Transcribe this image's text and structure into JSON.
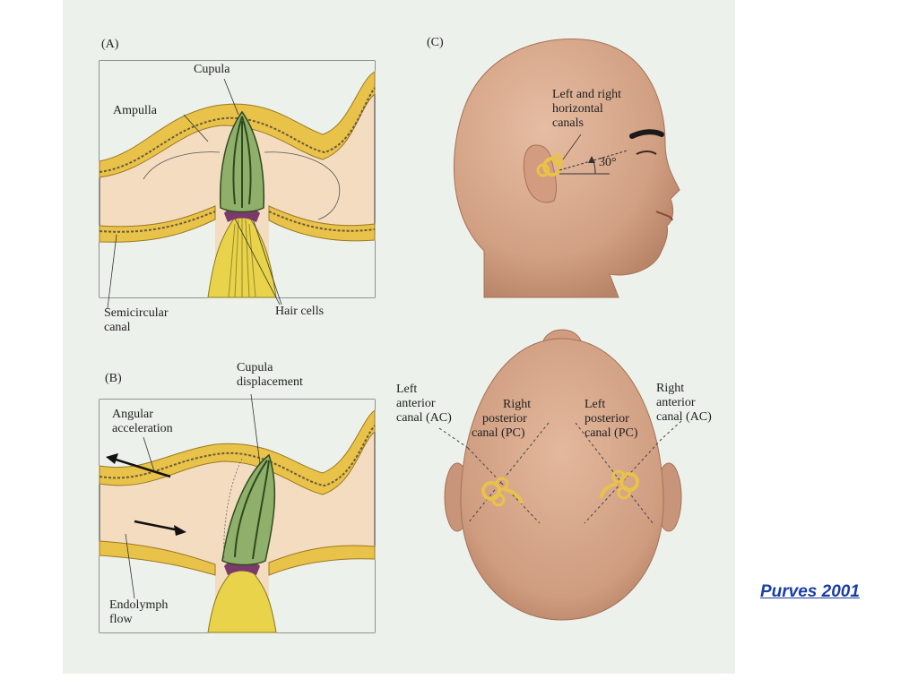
{
  "panels": {
    "a": {
      "letter": "(A)",
      "cupula": "Cupula",
      "ampulla": "Ampulla",
      "semicircular_1": "Semicircular",
      "semicircular_2": "canal",
      "hair_cells": "Hair cells"
    },
    "b": {
      "letter": "(B)",
      "cupula_1": "Cupula",
      "cupula_2": "displacement",
      "angular_1": "Angular",
      "angular_2": "acceleration",
      "endolymph_1": "Endolymph",
      "endolymph_2": "flow"
    },
    "c": {
      "letter": "(C)",
      "horizontal_1": "Left and right",
      "horizontal_2": "horizontal",
      "horizontal_3": "canals",
      "angle": "30°",
      "left_ac_1": "Left",
      "left_ac_2": "anterior",
      "left_ac_3": "canal (AC)",
      "right_pc_1": "Right",
      "right_pc_2": "posterior",
      "right_pc_3": "canal (PC)",
      "left_pc_1": "Left",
      "left_pc_2": "posterior",
      "left_pc_3": "canal (PC)",
      "right_ac_1": "Right",
      "right_ac_2": "anterior",
      "right_ac_3": "canal (AC)"
    }
  },
  "credit": "Purves 2001",
  "colors": {
    "plate": "#edf1ec",
    "bone": "#e9c24a",
    "endolymph": "#f6dcb8",
    "cupula": "#8fb06a",
    "skin": "#d9a98c",
    "credit": "#1a3fa3"
  }
}
